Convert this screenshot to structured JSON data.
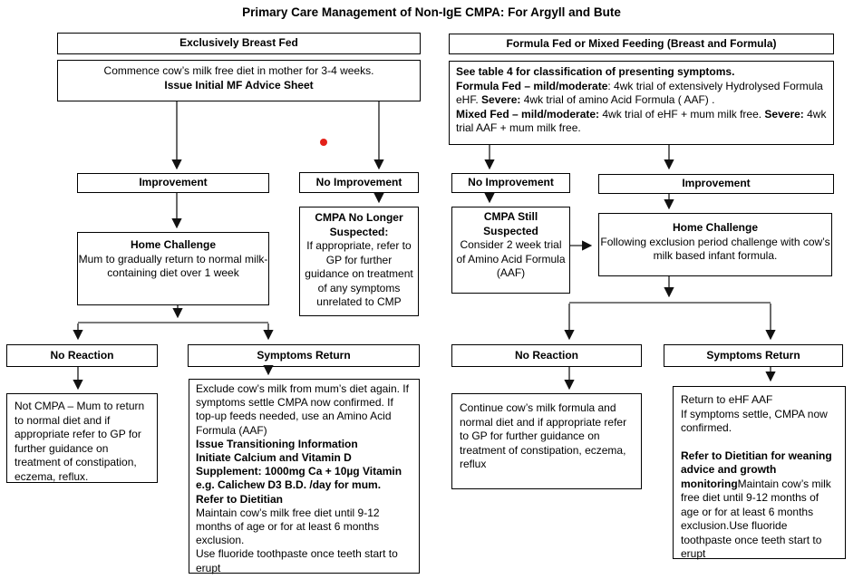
{
  "title": "Primary Care Management of Non-IgE CMPA: For Argyll and Bute",
  "red_dot": {
    "color": "#e32119"
  },
  "left": {
    "header": "Exclusively Breast Fed",
    "commence": {
      "line1": "Commence cow’s milk free diet in mother for 3-4 weeks.",
      "line2": "Issue Initial MF Advice Sheet"
    },
    "improvement": "Improvement",
    "no_improvement": "No Improvement",
    "home_challenge": {
      "title": "Home Challenge",
      "body": "Mum to gradually return to normal milk-containing diet over 1 week"
    },
    "cmpa_no_longer": {
      "title": "CMPA No Longer Suspected:",
      "body": "If appropriate, refer to GP for further guidance on treatment of any symptoms unrelated to CMP"
    },
    "no_reaction": "No Reaction",
    "symptoms_return": "Symptoms Return",
    "not_cmpa": "Not CMPA – Mum to return to normal diet and if appropriate refer to GP for further guidance on treatment of constipation, eczema, reflux.",
    "exclude": {
      "p1": "Exclude cow’s milk from mum’s diet again. If symptoms settle CMPA now confirmed.  If top-up feeds needed, use an Amino Acid Formula (AAF)",
      "b1": "Issue Transitioning Information",
      "b2": "Initiate Calcium and Vitamin D Supplement: 1000mg Ca + 10µg Vitamin e.g. Calichew D3 B.D. /day for mum.",
      "b3": "Refer to Dietitian",
      "p2": "Maintain cow’s milk free diet until 9-12 months of age or for at least 6 months exclusion.",
      "p3": "Use fluoride toothpaste once teeth start to erupt"
    }
  },
  "right": {
    "header": "Formula Fed or Mixed Feeding (Breast and Formula)",
    "classification": {
      "l1": "See table 4 for classification of presenting symptoms.",
      "l2b1": "Formula Fed – mild/moderate",
      "l2r1": ": 4wk trial of extensively Hydrolysed Formula eHF. ",
      "l2b2": "Severe:",
      "l2r2": " 4wk trial of amino Acid Formula ( AAF) .",
      "l3b1": "Mixed Fed – mild/moderate:",
      "l3r1": " 4wk trial of eHF + mum milk free. ",
      "l3b2": "Severe:",
      "l3r2": " 4wk trial AAF + mum milk free."
    },
    "no_improvement": "No Improvement",
    "improvement": "Improvement",
    "cmpa_still": {
      "title": "CMPA Still Suspected",
      "body": "Consider 2 week trial of Amino Acid Formula (AAF)"
    },
    "home_challenge": {
      "title": "Home Challenge",
      "body": "Following exclusion period challenge with cow’s milk based infant formula."
    },
    "no_reaction": "No Reaction",
    "symptoms_return": "Symptoms Return",
    "continue_box": "Continue cow’s milk formula and normal diet and if appropriate refer to GP for further guidance on treatment of constipation, eczema, reflux",
    "return_box": {
      "p1": "Return to eHF AAF",
      "p2": "If symptoms settle, CMPA now confirmed.",
      "b1": "Refer to Dietitian for weaning advice and growth monitoring",
      "p3": "Maintain cow’s milk free diet until 9-12 months of age or for at least 6 months exclusion.Use fluoride toothpaste once teeth start to erupt"
    }
  }
}
